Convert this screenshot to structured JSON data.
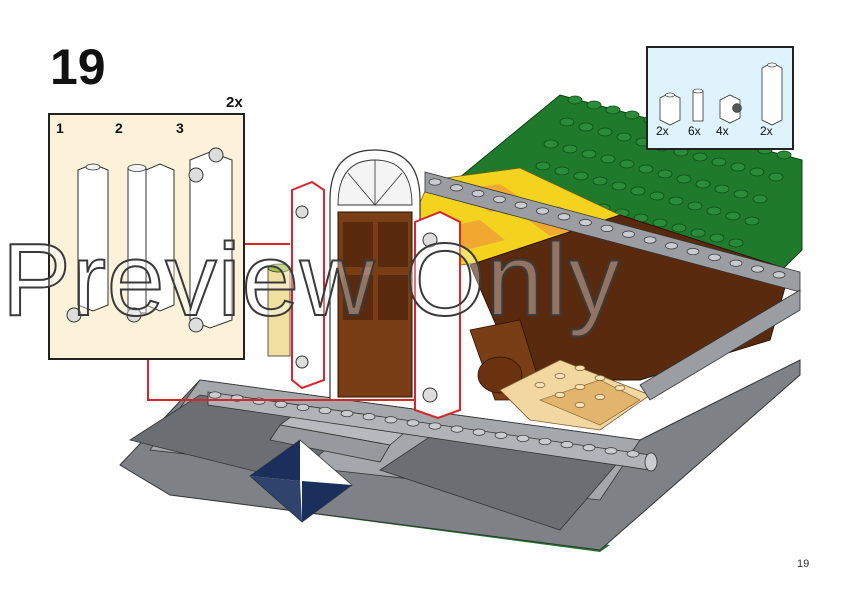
{
  "step": {
    "number": "19"
  },
  "page_number": "19",
  "sub_assembly": {
    "multiplier": "2x",
    "steps": [
      "1",
      "2",
      "3"
    ]
  },
  "parts_list": [
    {
      "quantity": "2x",
      "icon": "brick-1x1-white-icon"
    },
    {
      "quantity": "6x",
      "icon": "round-brick-1x1-white-icon"
    },
    {
      "quantity": "4x",
      "icon": "clip-brick-1x1-white-icon"
    },
    {
      "quantity": "2x",
      "icon": "brick-1x1x3-white-icon"
    }
  ],
  "watermark": "Preview Only",
  "colors": {
    "baseplate_green": "#1f7a2c",
    "stud_green": "#2a8c39",
    "floor_yellow": "#f4d31f",
    "floor_orange": "#f0a830",
    "dark_brown": "#5a2a0e",
    "door_brown": "#7a3e16",
    "stone_gray": "#9a9da1",
    "dark_gray": "#6b6e72",
    "tan": "#f3d7a0",
    "navy": "#1a2f5c",
    "callout_red": "#d7252b"
  }
}
